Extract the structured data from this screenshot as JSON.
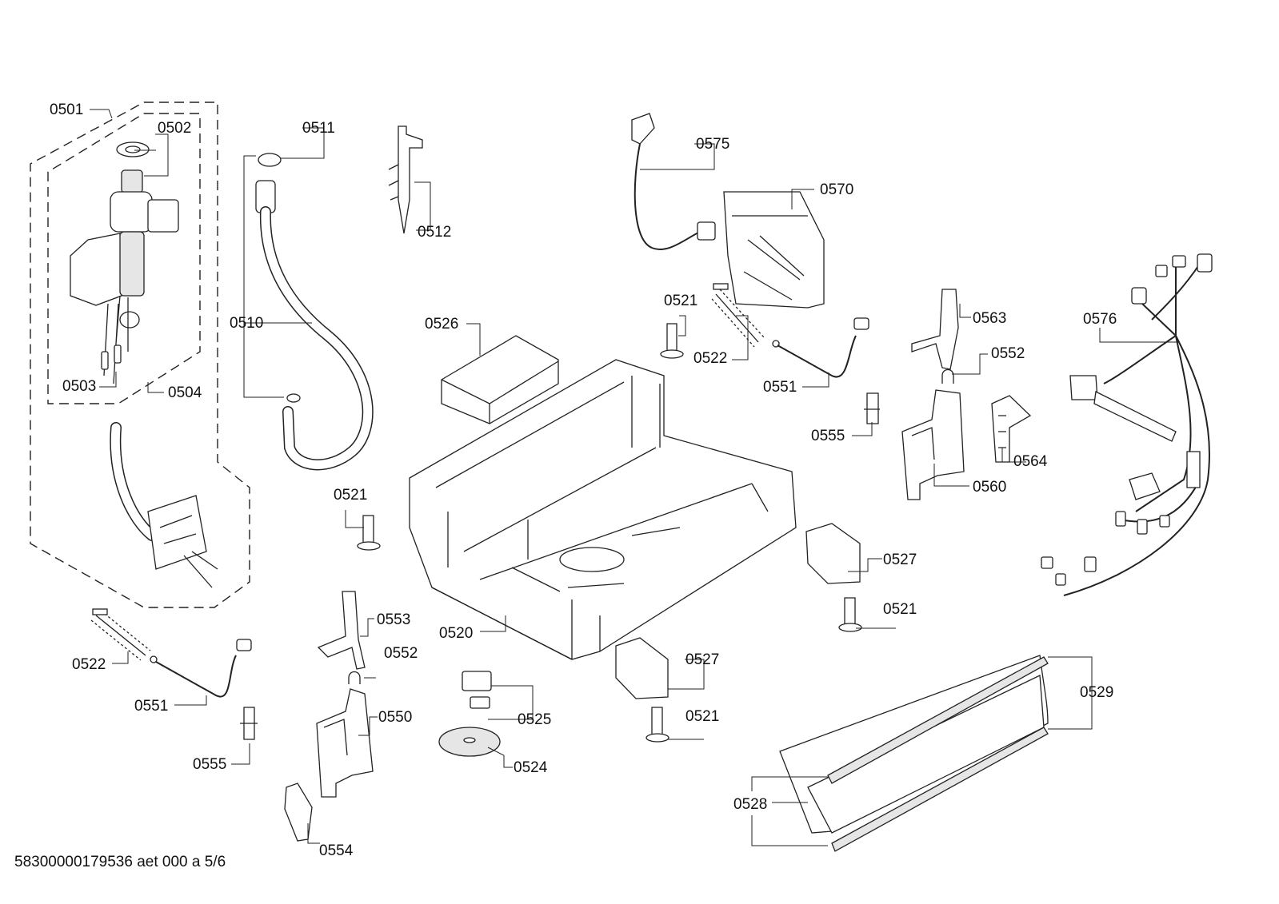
{
  "diagram": {
    "footer_text": "58300000179536 aet 000 a 5/6",
    "labels": {
      "p0501": "0501",
      "p0502": "0502",
      "p0503": "0503",
      "p0504": "0504",
      "p0511": "0511",
      "p0510": "0510",
      "p0512": "0512",
      "p0575": "0575",
      "p0570": "0570",
      "p0526": "0526",
      "p0521a": "0521",
      "p0522a": "0522",
      "p0551a": "0551",
      "p0563": "0563",
      "p0552a": "0552",
      "p0576": "0576",
      "p0555a": "0555",
      "p0564": "0564",
      "p0560": "0560",
      "p0521b": "0521",
      "p0527a": "0527",
      "p0521c": "0521",
      "p0553": "0553",
      "p0552b": "0552",
      "p0520": "0520",
      "p0522b": "0522",
      "p0551b": "0551",
      "p0550": "0550",
      "p0555b": "0555",
      "p0525": "0525",
      "p0524": "0524",
      "p0527b": "0527",
      "p0521d": "0521",
      "p0529": "0529",
      "p0528": "0528",
      "p0554": "0554"
    }
  }
}
